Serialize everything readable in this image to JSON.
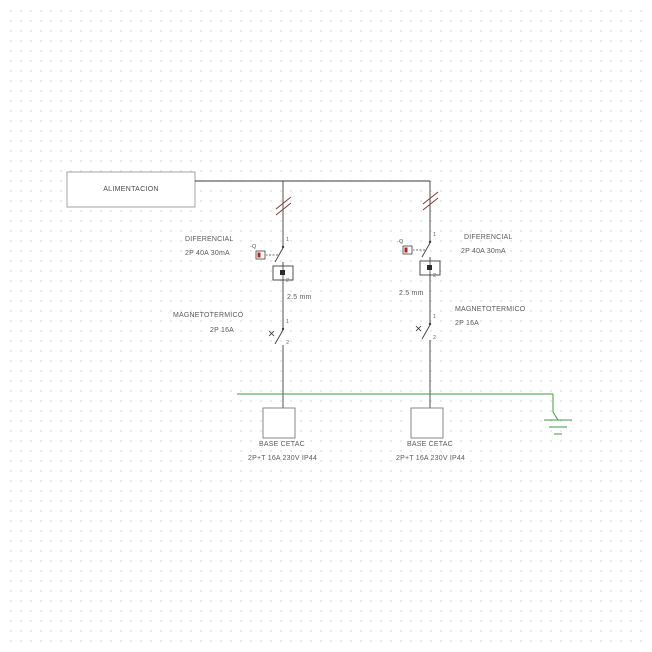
{
  "supply": {
    "label": "ALIMENTACION"
  },
  "colors": {
    "wire": "#3d3d3d",
    "ground_wire": "#3f9b45",
    "break_mark": "#7d3c3c",
    "test_button_red": "#b22222"
  },
  "circuits": [
    {
      "side": "left",
      "diferencial_title": "DIFERENCIAL",
      "diferencial_rating": "2P 40A 30mA",
      "diferencial_tag": "-Q",
      "diferencial_t1": "1",
      "diferencial_t2": "2",
      "wire_label": "2.5 mm",
      "magneto_title": "MAGNETOTERMICO",
      "magneto_rating": "2P 16A",
      "magneto_t1": "1",
      "magneto_t2": "2",
      "base_title": "BASE CETAC",
      "base_rating": "2P+T 16A 230V IP44"
    },
    {
      "side": "right",
      "diferencial_title": "DIFERENCIAL",
      "diferencial_rating": "2P 40A 30mA",
      "diferencial_tag": "-Q",
      "diferencial_t1": "1",
      "diferencial_t2": "2",
      "wire_label": "2.5 mm",
      "magneto_title": "MAGNETOTERMICO",
      "magneto_rating": "2P 16A",
      "magneto_t1": "1",
      "magneto_t2": "2",
      "base_title": "BASE CETAC",
      "base_rating": "2P+T 16A 230V IP44"
    }
  ]
}
